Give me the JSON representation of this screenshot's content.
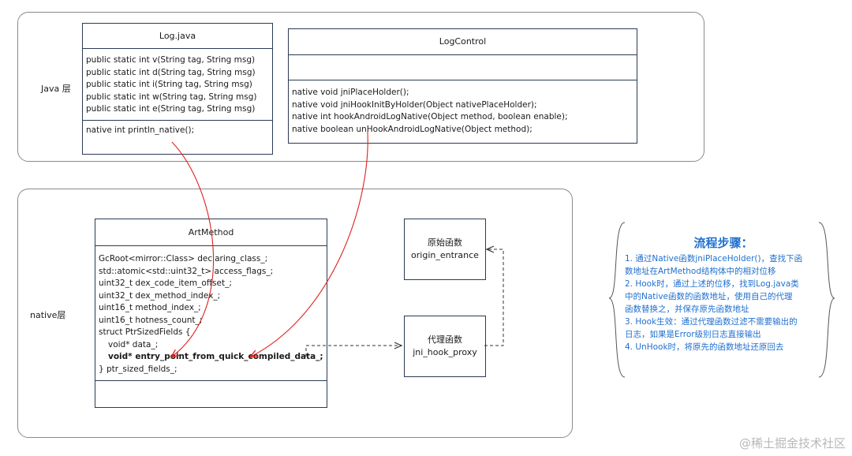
{
  "java_layer": {
    "label": "Java 层",
    "log_java": {
      "title": "Log.java",
      "methods": [
        "public static int v(String tag, String msg)",
        "public static int d(String tag, String msg)",
        "public static int i(String tag, String msg)",
        "public static int w(String tag, String msg)",
        "public static int e(String tag, String msg)"
      ],
      "native_method": "native int println_native();"
    },
    "log_control": {
      "title": "LogControl",
      "methods": [
        "native void jniPlaceHolder();",
        "native void jniHookInitByHolder(Object nativePlaceHolder);",
        "native int hookAndroidLogNative(Object method, boolean enable);",
        "native boolean unHookAndroidLogNative(Object method);"
      ]
    }
  },
  "native_layer": {
    "label": "native层",
    "art_method": {
      "title": "ArtMethod",
      "fields": [
        "GcRoot<mirror::Class> declaring_class_;",
        "std::atomic<std::uint32_t> access_flags_;",
        "uint32_t dex_code_item_offset_;",
        "uint32_t dex_method_index_;",
        "uint16_t method_index_;",
        "uint16_t hotness_count_;",
        "struct PtrSizedFields {"
      ],
      "data_field": "void* data_;",
      "entry_point_field": "void* entry_point_from_quick_compiled_data_;",
      "closing": "} ptr_sized_fields_;"
    },
    "origin_box": {
      "line1": "原始函数",
      "line2": "origin_entrance"
    },
    "proxy_box": {
      "line1": "代理函数",
      "line2": "jni_hook_proxy"
    }
  },
  "steps": {
    "title": "流程步骤：",
    "items": [
      "1. 通过Native函数jniPlaceHolder()，查找下函",
      "数地址在ArtMethod结构体中的相对位移",
      "2. Hook时，通过上述的位移，找到Log.java类",
      "中的Native函数的函数地址，使用自己的代理",
      "函数替换之，并保存原先函数地址",
      "3. Hook生效：通过代理函数过滤不需要输出的",
      "日志，如果是Error级别日志直接输出",
      "4. UnHook时，将原先的函数地址还原回去"
    ]
  },
  "watermark": "@稀土掘金技术社区",
  "colors": {
    "arrow_red": "#e02020",
    "steps_blue": "#1f6fcf",
    "border": "#2b3a55"
  }
}
